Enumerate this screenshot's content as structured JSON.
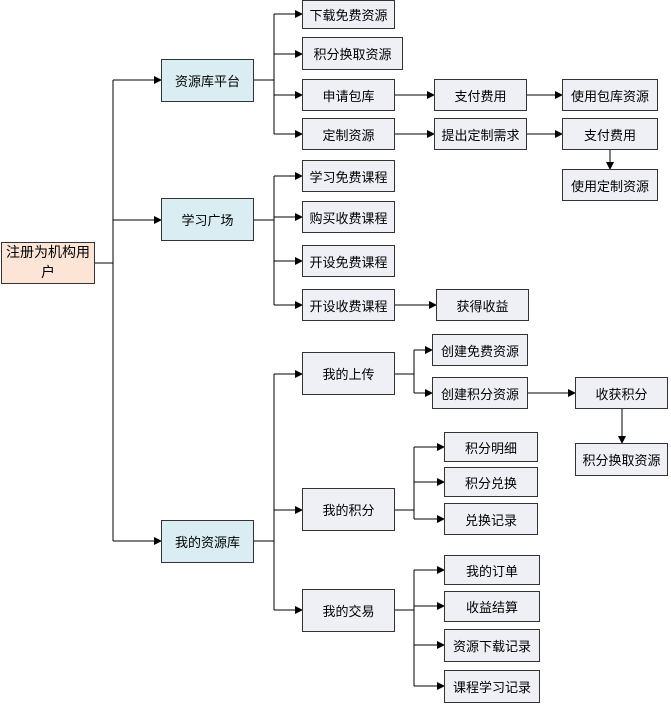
{
  "root": {
    "label": "注册为机构用户"
  },
  "platform": {
    "label": "资源库平台",
    "download_free": "下载免费资源",
    "points_exchange": "积分换取资源",
    "apply_package": "申请包库",
    "pay_fee": "支付费用",
    "use_package": "使用包库资源",
    "custom_resource": "定制资源",
    "submit_request": "提出定制需求",
    "custom_pay_fee": "支付费用",
    "use_custom": "使用定制资源"
  },
  "learning": {
    "label": "学习广场",
    "learn_free": "学习免费课程",
    "buy_paid": "购买收费课程",
    "open_free": "开设免费课程",
    "open_paid": "开设收费课程",
    "earn_income": "获得收益"
  },
  "library": {
    "label": "我的资源库",
    "uploads": "我的上传",
    "create_free": "创建免费资源",
    "create_points": "创建积分资源",
    "earn_points": "收获积分",
    "points_exchange": "积分换取资源",
    "my_points": "我的积分",
    "points_detail": "积分明细",
    "points_redeem": "积分兑换",
    "redeem_record": "兑换记录",
    "my_trades": "我的交易",
    "my_orders": "我的订单",
    "income_settle": "收益结算",
    "download_record": "资源下载记录",
    "course_record": "课程学习记录"
  }
}
